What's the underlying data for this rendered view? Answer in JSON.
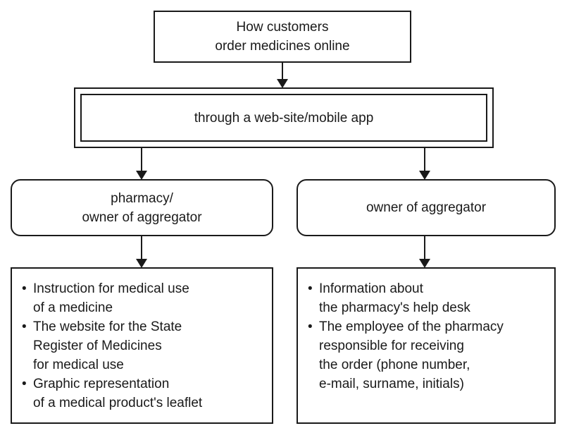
{
  "colors": {
    "ink": "#1a1a1a",
    "background": "#ffffff"
  },
  "diagram": {
    "title_box": "How customers\norder medicines online",
    "channel_box": "through a web-site/mobile app",
    "left_branch": {
      "label": "pharmacy/\nowner of aggregator",
      "bullet": "•",
      "items": [
        "Instruction for medical use\nof a medicine",
        "The website for the State\nRegister of Medicines\nfor medical use",
        "Graphic representation\nof a medical product's leaflet"
      ]
    },
    "right_branch": {
      "label": "owner of aggregator",
      "bullet": "•",
      "items": [
        "Information about\nthe pharmacy's help desk",
        "The employee of the pharmacy\nresponsible for receiving\nthe order (phone number,\ne-mail, surname, initials)"
      ]
    }
  }
}
